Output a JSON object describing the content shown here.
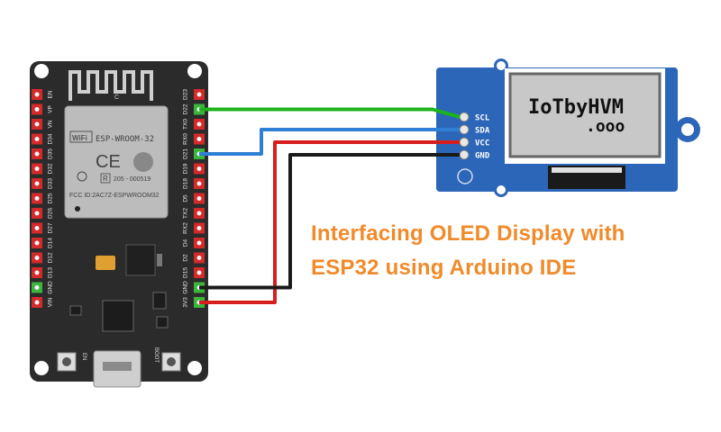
{
  "board": {
    "module_name": "ESP-WROOM-32",
    "wifi_logo": "WiFi",
    "ce_mark": "CE",
    "r_mark": "R",
    "cert_code": "205 - 000519",
    "fcc_id": "FCC ID:2AC7Z-ESPWROOM32",
    "en_label": "EN",
    "boot_label": "BOOT",
    "left_pins": [
      "EN",
      "VP",
      "VN",
      "D34",
      "D35",
      "D32",
      "D33",
      "D25",
      "D26",
      "D27",
      "D14",
      "D12",
      "D13",
      "GND",
      "VIN"
    ],
    "right_pins": [
      "D23",
      "D22",
      "TX0",
      "RX0",
      "D21",
      "D19",
      "D18",
      "D5",
      "TX2",
      "RX2",
      "D4",
      "D2",
      "D15",
      "GND",
      "3V3"
    ]
  },
  "oled": {
    "pins": [
      "SCL",
      "SDA",
      "VCC",
      "GND"
    ],
    "screen_line1": "IoTbyHVM",
    "screen_line2": ".ooo"
  },
  "wires": [
    {
      "from": "D22",
      "to": "SCL",
      "color": "#1db31d"
    },
    {
      "from": "D21",
      "to": "SDA",
      "color": "#2f7fd6"
    },
    {
      "from": "3V3",
      "to": "VCC",
      "color": "#d81d1d"
    },
    {
      "from": "GND",
      "to": "GND",
      "color": "#1a1a1a"
    }
  ],
  "caption": {
    "line1": "Interfacing OLED Display with",
    "line2": "ESP32 using Arduino IDE"
  },
  "colors": {
    "board": "#2b2b2b",
    "pin_red": "#d42a2a",
    "pin_green": "#3cb53c",
    "oled_pcb": "#2c66b8",
    "caption": "#f08a2a"
  }
}
